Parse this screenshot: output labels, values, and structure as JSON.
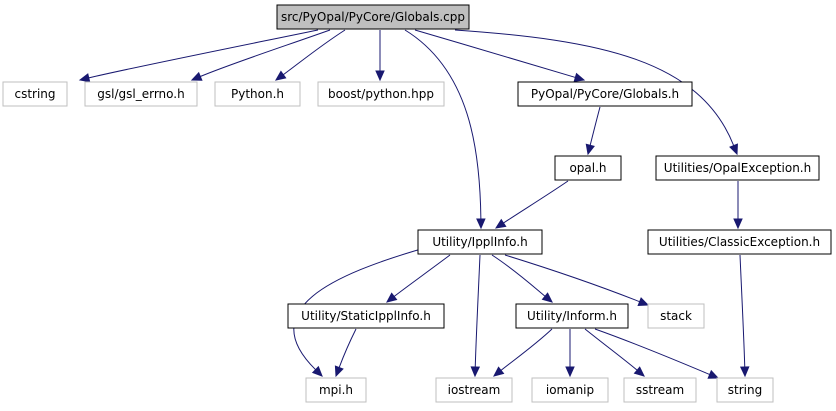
{
  "graph": {
    "nodes": [
      {
        "id": "globals_cpp",
        "label": "src/PyOpal/PyCore/Globals.cpp",
        "kind": "root"
      },
      {
        "id": "cstring",
        "label": "cstring",
        "kind": "external"
      },
      {
        "id": "gsl_errno",
        "label": "gsl/gsl_errno.h",
        "kind": "external"
      },
      {
        "id": "python_h",
        "label": "Python.h",
        "kind": "external"
      },
      {
        "id": "boost_python",
        "label": "boost/python.hpp",
        "kind": "external"
      },
      {
        "id": "globals_h",
        "label": "PyOpal/PyCore/Globals.h",
        "kind": "local"
      },
      {
        "id": "opal_h",
        "label": "opal.h",
        "kind": "local"
      },
      {
        "id": "opal_exception",
        "label": "Utilities/OpalException.h",
        "kind": "local"
      },
      {
        "id": "classic_exception",
        "label": "Utilities/ClassicException.h",
        "kind": "local"
      },
      {
        "id": "ippl_info",
        "label": "Utility/IpplInfo.h",
        "kind": "local"
      },
      {
        "id": "static_ippl_info",
        "label": "Utility/StaticIpplInfo.h",
        "kind": "local"
      },
      {
        "id": "inform_h",
        "label": "Utility/Inform.h",
        "kind": "local"
      },
      {
        "id": "stack",
        "label": "stack",
        "kind": "external"
      },
      {
        "id": "mpi_h",
        "label": "mpi.h",
        "kind": "external"
      },
      {
        "id": "iostream",
        "label": "iostream",
        "kind": "external"
      },
      {
        "id": "iomanip",
        "label": "iomanip",
        "kind": "external"
      },
      {
        "id": "sstream",
        "label": "sstream",
        "kind": "external"
      },
      {
        "id": "string",
        "label": "string",
        "kind": "external"
      }
    ],
    "edges": [
      {
        "from": "globals_cpp",
        "to": "cstring"
      },
      {
        "from": "globals_cpp",
        "to": "gsl_errno"
      },
      {
        "from": "globals_cpp",
        "to": "python_h"
      },
      {
        "from": "globals_cpp",
        "to": "boost_python"
      },
      {
        "from": "globals_cpp",
        "to": "globals_h"
      },
      {
        "from": "globals_cpp",
        "to": "ippl_info"
      },
      {
        "from": "globals_cpp",
        "to": "opal_exception"
      },
      {
        "from": "globals_h",
        "to": "opal_h"
      },
      {
        "from": "opal_h",
        "to": "ippl_info"
      },
      {
        "from": "opal_exception",
        "to": "classic_exception"
      },
      {
        "from": "classic_exception",
        "to": "string"
      },
      {
        "from": "ippl_info",
        "to": "mpi_h"
      },
      {
        "from": "ippl_info",
        "to": "static_ippl_info"
      },
      {
        "from": "ippl_info",
        "to": "iostream"
      },
      {
        "from": "ippl_info",
        "to": "inform_h"
      },
      {
        "from": "ippl_info",
        "to": "stack"
      },
      {
        "from": "static_ippl_info",
        "to": "mpi_h"
      },
      {
        "from": "inform_h",
        "to": "iostream"
      },
      {
        "from": "inform_h",
        "to": "iomanip"
      },
      {
        "from": "inform_h",
        "to": "sstream"
      },
      {
        "from": "inform_h",
        "to": "string"
      }
    ],
    "colors": {
      "edge": "#191970",
      "root_fill": "#bfbfbf",
      "local_border": "#000000",
      "external_border": "#bfbfbf"
    }
  }
}
